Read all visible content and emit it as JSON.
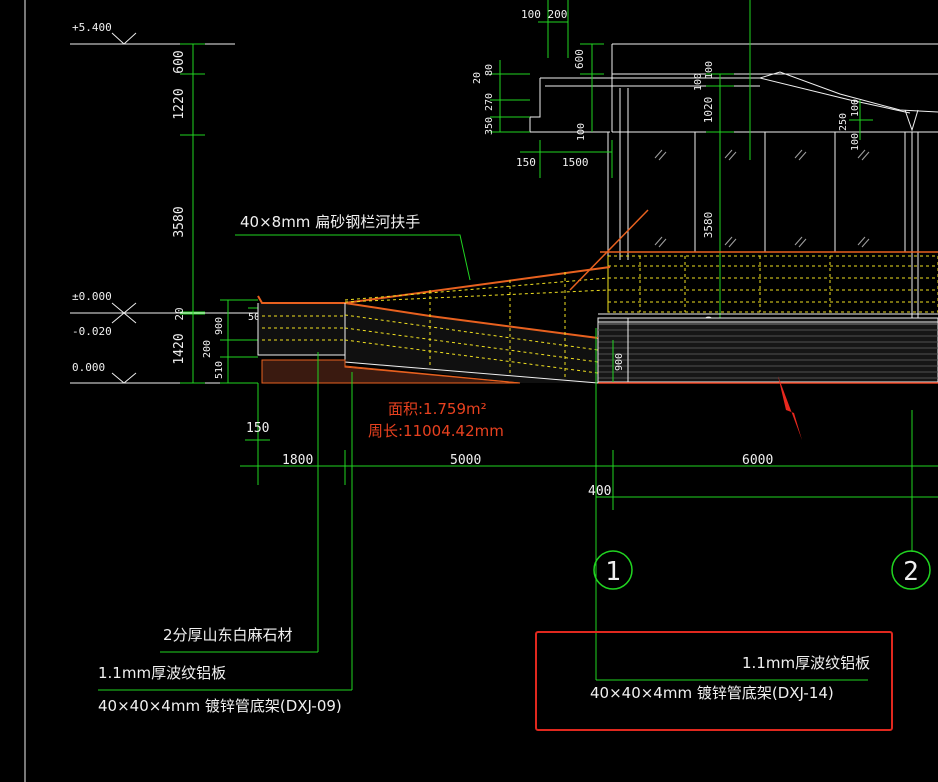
{
  "colors": {
    "background": "#000000",
    "line_white": "#f0f0f0",
    "line_green": "#21d421",
    "line_orange": "#e8611f",
    "line_red": "#e8411f",
    "line_yellow": "#f0e020",
    "highlight_box": "#e0281e"
  },
  "elevations": {
    "top": "+5.400",
    "zero_plus": "±0.000",
    "minus": "-0.020",
    "base": "0.000"
  },
  "dims_left_vertical": [
    "600",
    "1220",
    "3580",
    "20",
    "1420"
  ],
  "dims_small": {
    "d900": "900",
    "d50": "50",
    "d200": "200",
    "d510": "510",
    "d900b": "900",
    "d20b": "20",
    "d3580b": "3580",
    "d1020": "1020",
    "d100a": "100",
    "d100b": "100",
    "d100c": "100",
    "d250": "250",
    "d100d": "100",
    "d600b": "600",
    "d20c": "20",
    "d350": "350",
    "d270": "270",
    "d80": "80",
    "d20d": "20",
    "d100e": "100",
    "d200top": "100 200",
    "d150b": "150",
    "d1500": "1500"
  },
  "dims_horizontal": {
    "d150": "150",
    "d1800": "1800",
    "d5000": "5000",
    "d400": "400",
    "d6000": "6000"
  },
  "axes": [
    "1",
    "2"
  ],
  "labels": {
    "handrail": "40×8mm 扁砂钢栏河扶手",
    "area": "面积:1.759m²",
    "perimeter": "周长:11004.42mm",
    "stone": "2分厚山东白麻石材",
    "alu_left": "1.1mm厚波纹铝板",
    "frame_left": "40×40×4mm 镀锌管底架(DXJ-09)",
    "alu_right": "1.1mm厚波纹铝板",
    "frame_right": "40×40×4mm 镀锌管底架(DXJ-14)"
  }
}
